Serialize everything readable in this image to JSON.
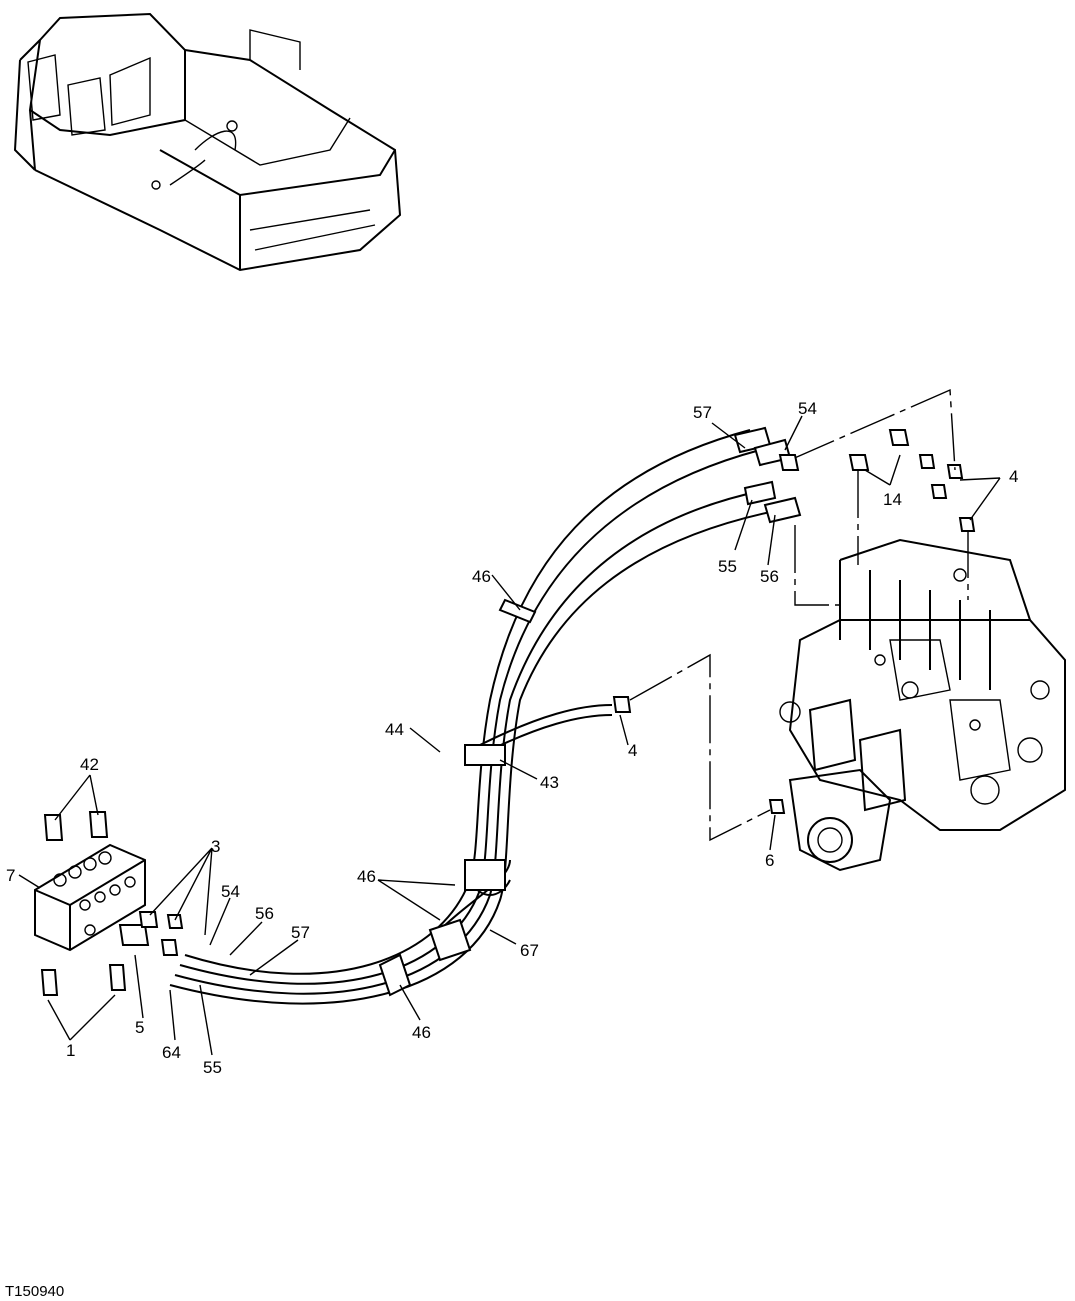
{
  "figure_id": "T150940",
  "callouts": [
    {
      "id": "c57a",
      "text": "57"
    },
    {
      "id": "c54a",
      "text": "54"
    },
    {
      "id": "c14",
      "text": "14"
    },
    {
      "id": "c4a",
      "text": "4"
    },
    {
      "id": "c46a",
      "text": "46"
    },
    {
      "id": "c55a",
      "text": "55"
    },
    {
      "id": "c56a",
      "text": "56"
    },
    {
      "id": "c44",
      "text": "44"
    },
    {
      "id": "c43",
      "text": "43"
    },
    {
      "id": "c4b",
      "text": "4"
    },
    {
      "id": "c42",
      "text": "42"
    },
    {
      "id": "c7",
      "text": "7"
    },
    {
      "id": "c3",
      "text": "3"
    },
    {
      "id": "c54b",
      "text": "54"
    },
    {
      "id": "c56b",
      "text": "56"
    },
    {
      "id": "c57b",
      "text": "57"
    },
    {
      "id": "c46b",
      "text": "46"
    },
    {
      "id": "c6",
      "text": "6"
    },
    {
      "id": "c67",
      "text": "67"
    },
    {
      "id": "c46c",
      "text": "46"
    },
    {
      "id": "c1",
      "text": "1"
    },
    {
      "id": "c5",
      "text": "5"
    },
    {
      "id": "c64",
      "text": "64"
    },
    {
      "id": "c55b",
      "text": "55"
    }
  ]
}
